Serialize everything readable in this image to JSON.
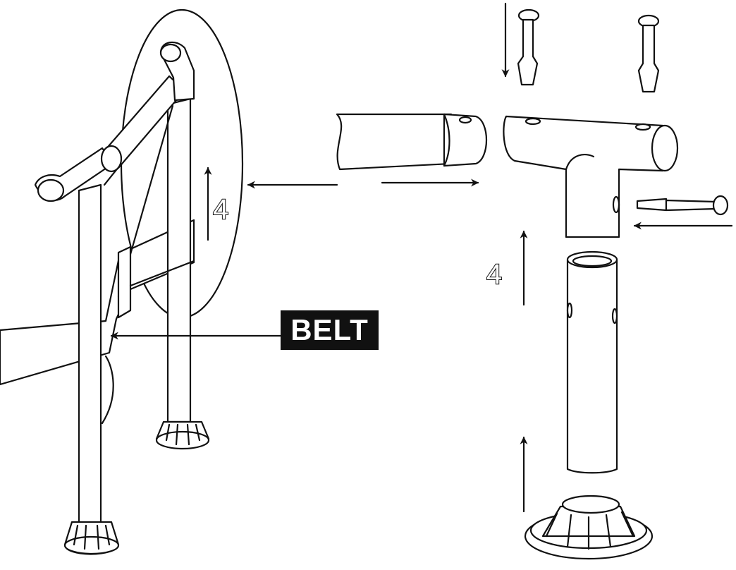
{
  "labels": {
    "belt": "BELT",
    "step_left": "4",
    "step_right": "4"
  },
  "colors": {
    "ink": "#111111",
    "paper": "#ffffff"
  }
}
